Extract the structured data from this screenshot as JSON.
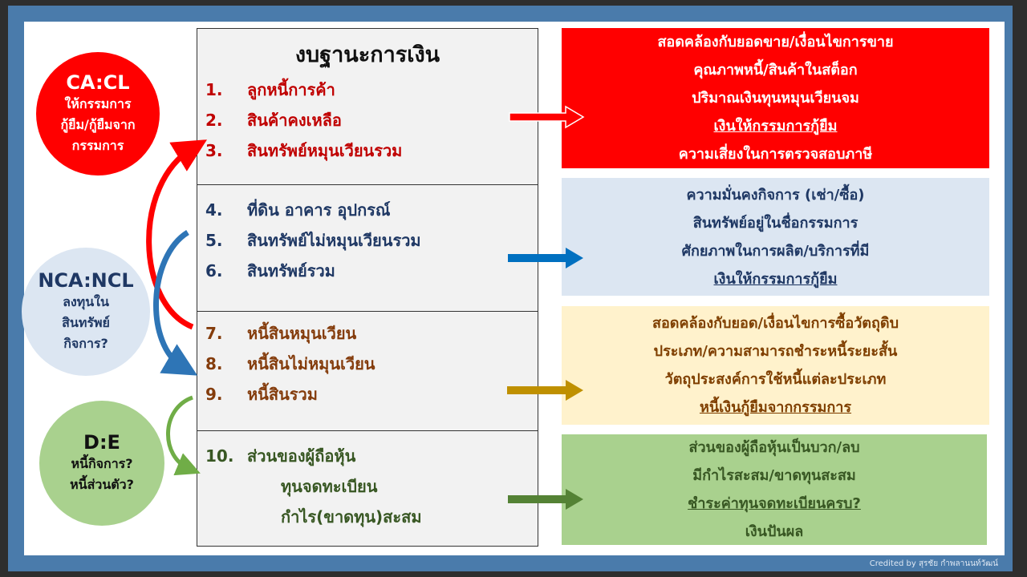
{
  "title": "งบฐานะการเงิน",
  "items": [
    {
      "num": "1.",
      "label": "ลูกหนี้การค้า"
    },
    {
      "num": "2.",
      "label": "สินค้าคงเหลือ"
    },
    {
      "num": "3.",
      "label": "สินทรัพย์หมุนเวียนรวม"
    },
    {
      "num": "4.",
      "label": "ที่ดิน อาคาร อุปกรณ์"
    },
    {
      "num": "5.",
      "label": "สินทรัพย์ไม่หมุนเวียนรวม"
    },
    {
      "num": "6.",
      "label": "สินทรัพย์รวม"
    },
    {
      "num": "7.",
      "label": "หนี้สินหมุนเวียน"
    },
    {
      "num": "8.",
      "label": "หนี้สินไม่หมุนเวียน"
    },
    {
      "num": "9.",
      "label": "หนี้สินรวม"
    },
    {
      "num": "10.",
      "label": "ส่วนของผู้ถือหุ้น"
    }
  ],
  "equity_sub": [
    "ทุนจดทะเบียน",
    "กำไร(ขาดทุน)สะสม"
  ],
  "circles": {
    "cacl": {
      "title": "CA:CL",
      "lines": [
        "ให้กรรมการ",
        "กู้ยืม/กู้ยืมจาก",
        "กรรมการ"
      ]
    },
    "ncancl": {
      "title": "NCA:NCL",
      "lines": [
        "ลงทุนใน",
        "สินทรัพย์",
        "กิจการ?"
      ]
    },
    "de": {
      "title": "D:E",
      "lines": [
        "หนี้กิจการ?",
        "หนี้ส่วนตัว?"
      ]
    }
  },
  "boxes": {
    "red": [
      "สอดคล้องกับยอดขาย/เงื่อนไขการขาย",
      "คุณภาพหนี้/สินค้าในสต็อก",
      "ปริมาณเงินทุนหมุนเวียนจม",
      "เงินให้กรรมการกู้ยืม",
      "ความเสี่ยงในการตรวจสอบภาษี"
    ],
    "blue": [
      "ความมั่นคงกิจการ (เช่า/ซื้อ)",
      "สินทรัพย์อยู่ในชื่อกรรมการ",
      "ศักยภาพในการผลิต/บริการที่มี",
      "เงินให้กรรมการกู้ยืม"
    ],
    "yellow": [
      "สอดคล้องกับยอด/เงื่อนไขการซื้อวัตถุดิบ",
      "ประเภท/ความสามารถชำระหนี้ระยะสั้น",
      "วัตถุประสงค์การใช้หนี้แต่ละประเภท",
      "หนี้เงินกู้ยืมจากกรรมการ"
    ],
    "green": [
      "ส่วนของผู้ถือหุ้นเป็นบวก/ลบ",
      "มีกำไรสะสม/ขาดทุนสะสม",
      "ชำระค่าทุนจดทะเบียนครบ?",
      "เงินปันผล"
    ]
  },
  "colors": {
    "red": "#ff0000",
    "blue": "#dce6f2",
    "yellow": "#fff2cc",
    "green": "#a9d18e"
  },
  "credit": "Credited by  สุรชัย กำพลานนท์วัฒน์"
}
